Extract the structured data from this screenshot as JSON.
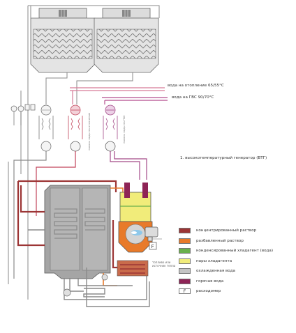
{
  "labels": {
    "heating_water": "вода на отопление 65/55°С",
    "dhw_water": "вода на ГВС 90/70°С",
    "generator_caption": "1. высокотемпературный генератор (ВТГ)",
    "fuel_inlet": "топливо или источник тепла",
    "pump_note_a": "насосы воды на отопление",
    "pump_note_b": "насосы воды на ГВС"
  },
  "flowmeter_symbol": "F",
  "legend": [
    {
      "label": "концентрированный раствор",
      "color": "#9c3535"
    },
    {
      "label": "разбавленный раствор",
      "color": "#e87a2a"
    },
    {
      "label": "конденсированный хладагент (вода)",
      "color": "#6ab04c"
    },
    {
      "label": "пары хладагента",
      "color": "#f1ec7a"
    },
    {
      "label": "охлажденная вода",
      "color": "#c4c4c4"
    },
    {
      "label": "горячая вода",
      "color": "#8e2456"
    },
    {
      "label": "расходомер",
      "color": "#ffffff",
      "symbol": "F"
    }
  ]
}
